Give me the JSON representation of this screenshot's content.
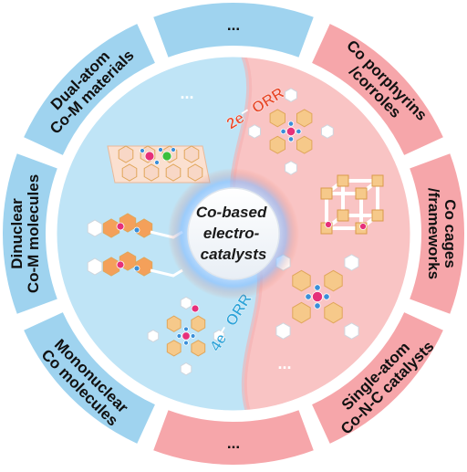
{
  "center": {
    "lines": [
      "Co-based",
      "electro-",
      "catalysts"
    ]
  },
  "orr": {
    "left": "4e⁻ ORR",
    "right": "2e⁻ ORR"
  },
  "segments": [
    {
      "lines": [
        "..."
      ]
    },
    {
      "lines": [
        "Co porphyrins",
        "/corroles"
      ]
    },
    {
      "lines": [
        "Co cages",
        "/frameworks"
      ]
    },
    {
      "lines": [
        "Single-atom",
        "Co-N-C catalysts"
      ]
    },
    {
      "lines": [
        "..."
      ]
    },
    {
      "lines": [
        "Mononuclear",
        "Co molecules"
      ]
    },
    {
      "lines": [
        "Dinuclear",
        "Co-M molecules"
      ]
    },
    {
      "lines": [
        "Dual-atom",
        "Co-M materials"
      ]
    }
  ],
  "inner_dots": {
    "top": "...",
    "bottom": "..."
  },
  "colors": {
    "blue_ring": "#9fd3ef",
    "pink_ring": "#f6a6aa",
    "blue_inner": "#bfe4f6",
    "pink_inner": "#f9c4c4",
    "orr_2e": "#e8492b",
    "orr_4e": "#2fa4d9",
    "hex": "#f6c98a",
    "pink_atom": "#e6307a",
    "blue_atom": "#3a8fd9",
    "green_atom": "#3bbf3b"
  }
}
